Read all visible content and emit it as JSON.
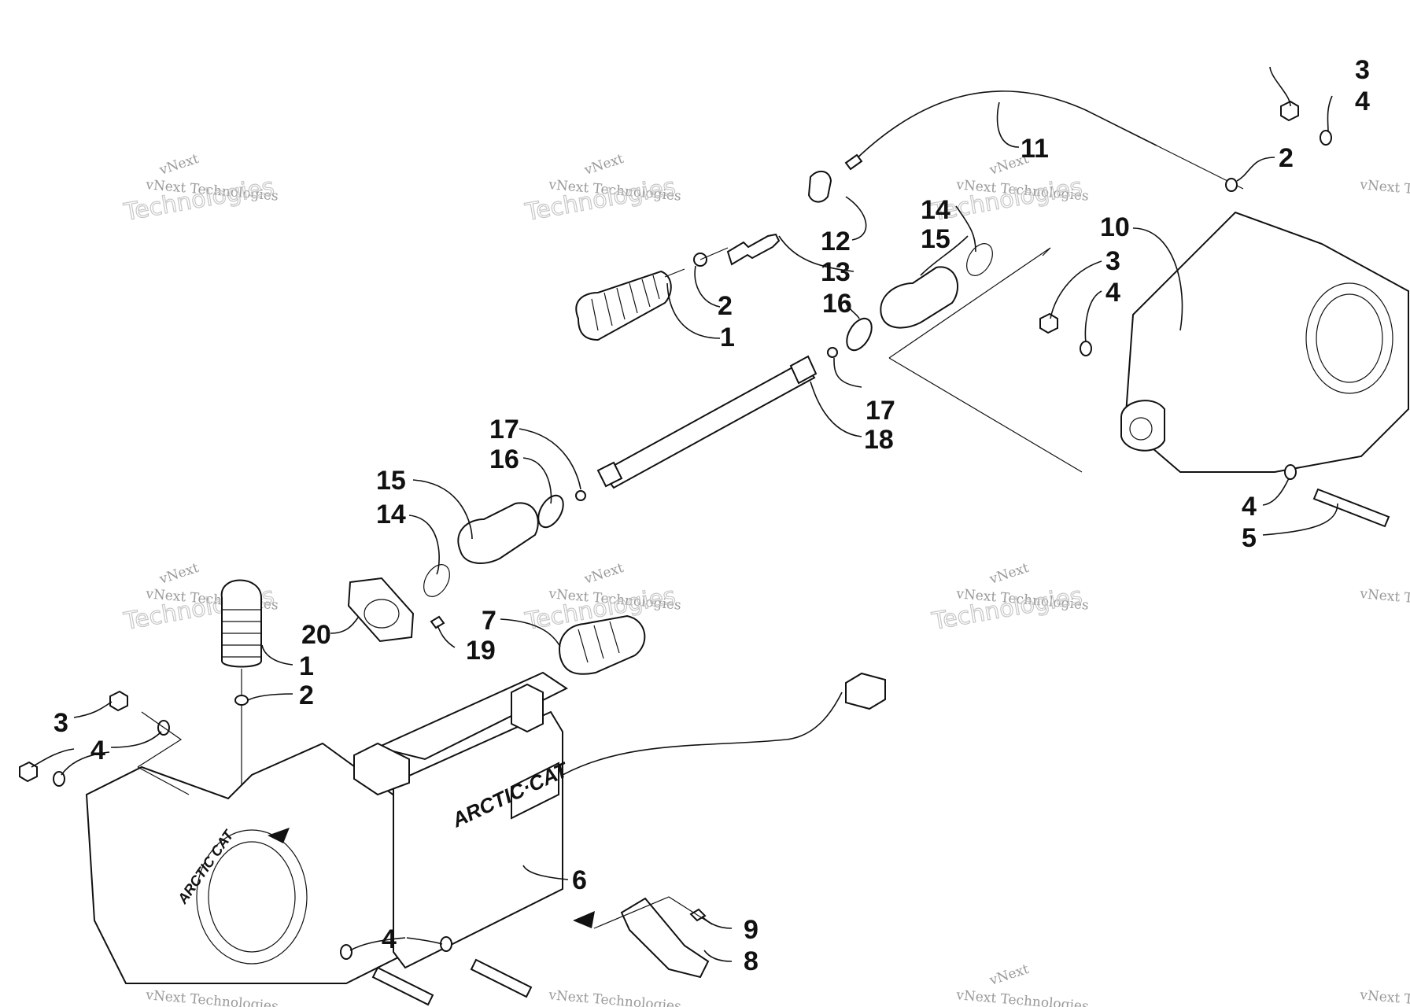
{
  "watermark": {
    "small_text": "vNext Technologies",
    "big_text": "Technologies",
    "arc_text": "vNext",
    "color": "#9a9a9a"
  },
  "brand_marks": {
    "gearcase_cover": "ARCTIC·CAT",
    "front_housing": "ARCTIC CAT"
  },
  "callouts": [
    {
      "id": "c1a",
      "label": "1"
    },
    {
      "id": "c2a",
      "label": "2"
    },
    {
      "id": "c11",
      "label": "11"
    },
    {
      "id": "c12",
      "label": "12"
    },
    {
      "id": "c13",
      "label": "13"
    },
    {
      "id": "c3a",
      "label": "3"
    },
    {
      "id": "c4a",
      "label": "4"
    },
    {
      "id": "c2b",
      "label": "2"
    },
    {
      "id": "c14a",
      "label": "14"
    },
    {
      "id": "c15a",
      "label": "15"
    },
    {
      "id": "c16a",
      "label": "16"
    },
    {
      "id": "c17a",
      "label": "17"
    },
    {
      "id": "c18",
      "label": "18"
    },
    {
      "id": "c10",
      "label": "10"
    },
    {
      "id": "c3b",
      "label": "3"
    },
    {
      "id": "c4b",
      "label": "4"
    },
    {
      "id": "c4c",
      "label": "4"
    },
    {
      "id": "c5",
      "label": "5"
    },
    {
      "id": "c17b",
      "label": "17"
    },
    {
      "id": "c16b",
      "label": "16"
    },
    {
      "id": "c15b",
      "label": "15"
    },
    {
      "id": "c14b",
      "label": "14"
    },
    {
      "id": "c20",
      "label": "20"
    },
    {
      "id": "c19",
      "label": "19"
    },
    {
      "id": "c7",
      "label": "7"
    },
    {
      "id": "c1b",
      "label": "1"
    },
    {
      "id": "c2c",
      "label": "2"
    },
    {
      "id": "c3c",
      "label": "3"
    },
    {
      "id": "c4d",
      "label": "4"
    },
    {
      "id": "c6",
      "label": "6"
    },
    {
      "id": "c4e",
      "label": "4"
    },
    {
      "id": "c9",
      "label": "9"
    },
    {
      "id": "c8",
      "label": "8"
    }
  ]
}
